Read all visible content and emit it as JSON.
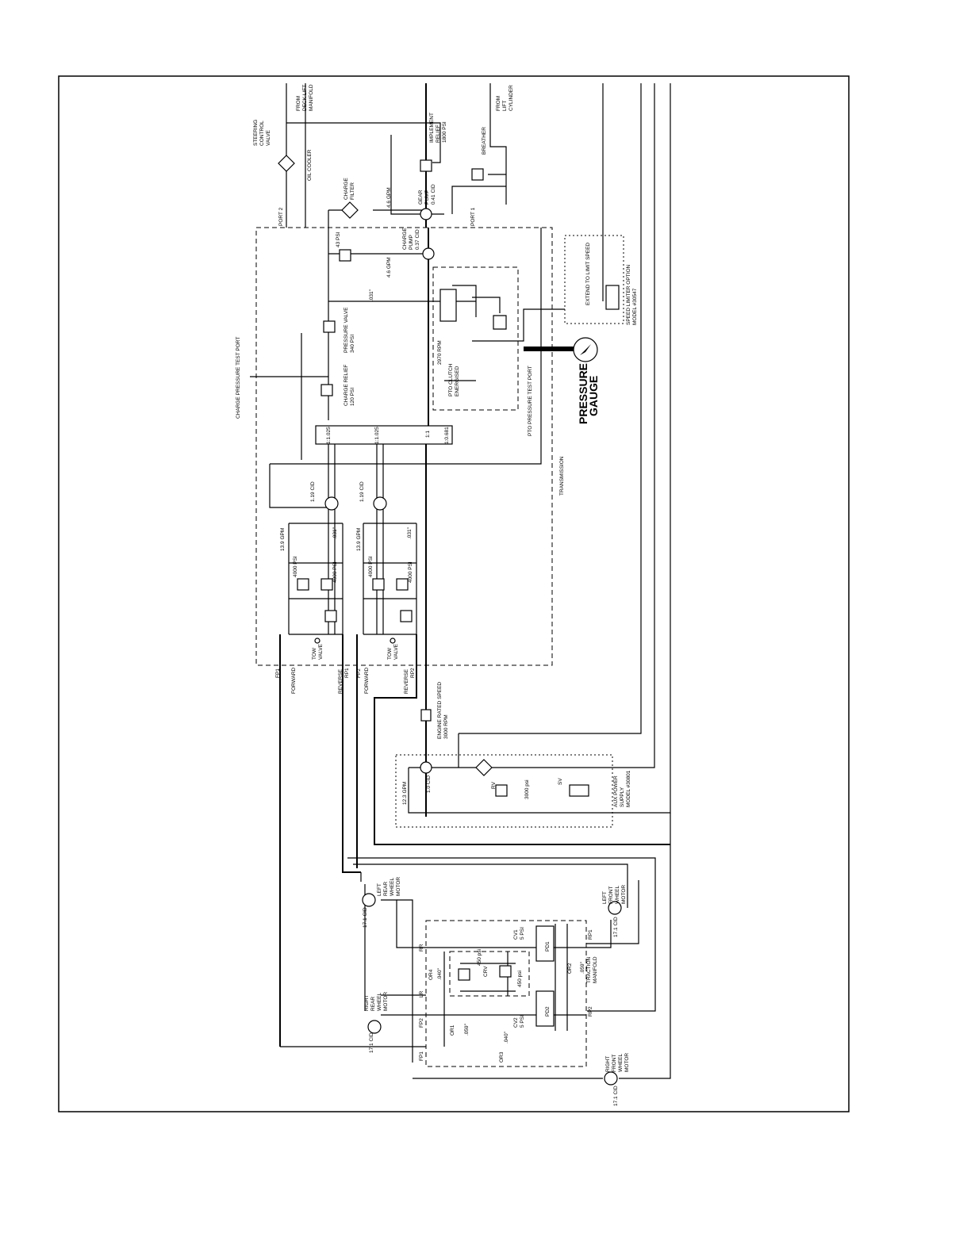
{
  "labels": {
    "from_deck_lift": [
      "FROM",
      "DECK LIFT",
      "MANIFOLD"
    ],
    "from_lift_cylinder": [
      "FROM",
      "LIFT",
      "CYLINDER"
    ],
    "steering_valve": [
      "STEERING",
      "CONTROL",
      "VALVE"
    ],
    "oil_cooler": "OIL COOLER",
    "implement_relief": [
      "IMPLEMENT",
      "RELIEF",
      "1800 PSI"
    ],
    "breather": "BREATHER",
    "gear_pump": [
      "GEAR",
      "PUMP",
      "0.41 CID"
    ],
    "gear_gpm": "4.6 GPM",
    "port1": "PORT 1",
    "port2": "PORT 2",
    "charge_filter": [
      "CHARGE",
      "FILTER"
    ],
    "charge_pump": [
      "CHARGE",
      "PUMP",
      "0.37 CID"
    ],
    "charge_gpm": "4.6 GPM",
    "psi43": "43 PSI",
    "orifice_031": ".031\"",
    "pressure_valve": [
      "PRESSURE VALVE",
      "340 PSI"
    ],
    "charge_relief": [
      "CHARGE RELIEF",
      "120 PSI"
    ],
    "charge_test_port": "CHARGE PRESSURE TEST PORT",
    "pto_clutch": [
      "PTO CLUTCH",
      "ENERGISED"
    ],
    "rpm_2970": "2970 RPM",
    "pto_test_port": "PTO PRESSURE TEST PORT",
    "pressure_gauge": [
      "PRESSURE",
      "GAUGE"
    ],
    "speed_limiter_extend": "EXTEND TO LIMIT SPEED",
    "speed_limiter": [
      "SPEED LIMITER OPTION",
      "MODEL #30547"
    ],
    "ratio_1": "1:1.025",
    "ratio_2": "1:1.025",
    "ratio_3": "1:1",
    "ratio_4": "1:0.681",
    "pump_cid_1": "1.19 CID",
    "pump_cid_2": "1.19 CID",
    "gpm_139_1": "13.9 GPM",
    "gpm_139_2": "13.9 GPM",
    "psi_4000": "4000 PSI",
    "tow_valve": [
      "TOW",
      "VALVE"
    ],
    "transmission": "TRANSMISSION",
    "fp1": "FP1",
    "fp2": "FP2",
    "rp1": "RP1",
    "rp2": "RP2",
    "forward": "FORWARD",
    "reverse": "REVERSE",
    "engine_speed": [
      "ENGINE RATED SPEED",
      "3000 RPM"
    ],
    "aux_cid": "1.0 CID",
    "aux_gpm": "12.3 GPM",
    "rv": "RV",
    "rv_psi": "3000 psi",
    "sv": "SV",
    "aux_power": [
      "AUX POWER",
      "SUPPLY",
      "MODEL #30801"
    ],
    "left_rear_motor": [
      "LEFT",
      "REAR",
      "WHEEL",
      "MOTOR"
    ],
    "left_front_motor": [
      "LEFT",
      "FRONT",
      "WHEEL",
      "MOTOR"
    ],
    "right_rear_motor": [
      "RIGHT",
      "REAR",
      "WHEEL",
      "MOTOR"
    ],
    "right_front_motor": [
      "RIGHT",
      "FRONT",
      "WHEEL",
      "MOTOR"
    ],
    "cid_171": "17.1 CID",
    "traction_manifold": [
      "TRACTION",
      "MANIFOLD"
    ],
    "cv1": [
      "CV1",
      "5 PSI"
    ],
    "cv2": [
      "CV2",
      "5 PSI"
    ],
    "or1": "OR1",
    "or1_val": ".059\"",
    "or2": "OR2",
    "or2_val": ".059\"",
    "or3": "OR3",
    "or3_val": ".040\"",
    "or4": "OR4",
    "or4_val": ".040\"",
    "crv": "CRV",
    "psi450": "450 psi",
    "pd1": "PD1",
    "pd2": "PD2",
    "rr": "RR",
    "lr": "LR"
  }
}
